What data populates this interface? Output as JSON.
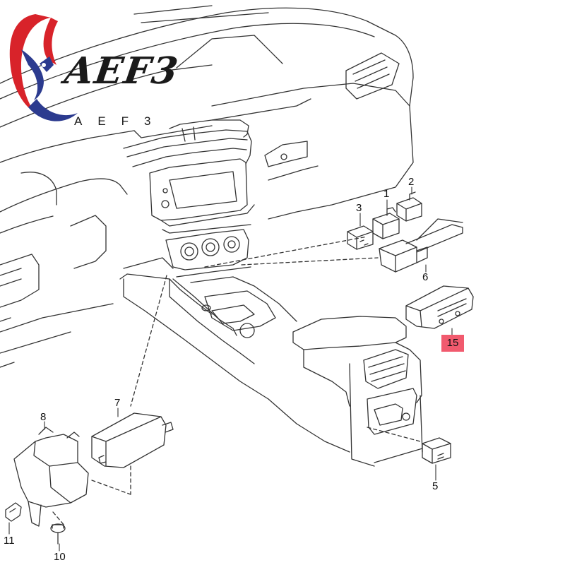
{
  "logo": {
    "brand_text": "AEF3",
    "sub_text": "AEF3",
    "colors": {
      "red": "#d8232a",
      "blue": "#2c3b8f"
    }
  },
  "diagram": {
    "line_color": "#333333",
    "highlight_color": "#f15a6e",
    "callouts": [
      {
        "id": "1",
        "label": "1"
      },
      {
        "id": "2",
        "label": "2"
      },
      {
        "id": "3",
        "label": "3"
      },
      {
        "id": "5",
        "label": "5"
      },
      {
        "id": "6",
        "label": "6"
      },
      {
        "id": "7",
        "label": "7"
      },
      {
        "id": "8",
        "label": "8"
      },
      {
        "id": "10",
        "label": "10"
      },
      {
        "id": "11",
        "label": "11"
      },
      {
        "id": "15",
        "label": "15",
        "highlighted": true
      }
    ]
  }
}
